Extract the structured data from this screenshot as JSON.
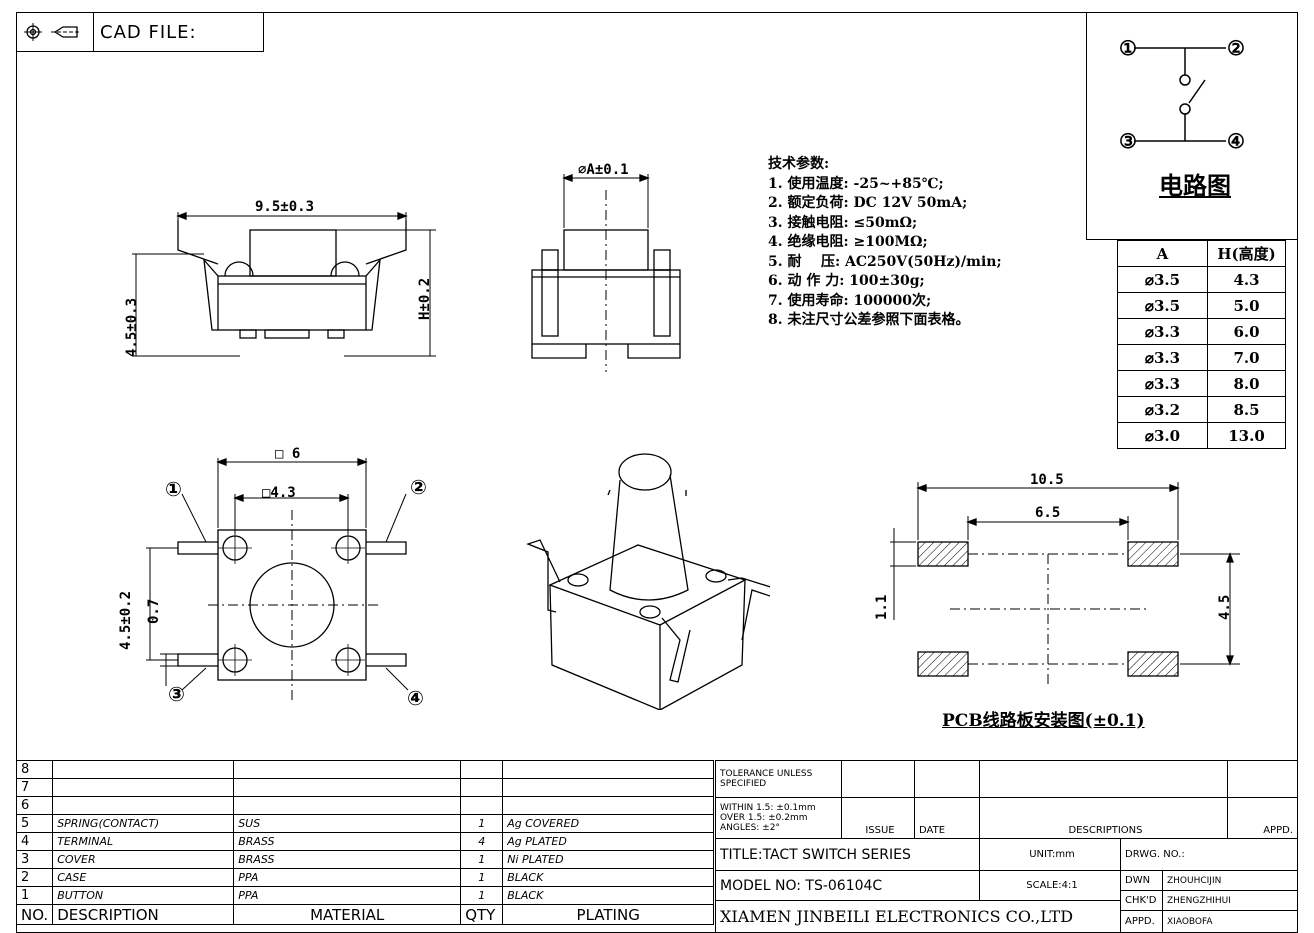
{
  "cad_header": {
    "label": "CAD FILE:"
  },
  "circuit": {
    "title": "电路图",
    "pins": [
      "①",
      "②",
      "③",
      "④"
    ]
  },
  "height_table": {
    "headers": [
      "A",
      "H(高度)"
    ],
    "rows": [
      [
        "⌀3.5",
        "4.3"
      ],
      [
        "⌀3.5",
        "5.0"
      ],
      [
        "⌀3.3",
        "6.0"
      ],
      [
        "⌀3.3",
        "7.0"
      ],
      [
        "⌀3.3",
        "8.0"
      ],
      [
        "⌀3.2",
        "8.5"
      ],
      [
        "⌀3.0",
        "13.0"
      ]
    ]
  },
  "specs": {
    "title": "技术参数:",
    "items": [
      "1. 使用温度: -25~+85℃;",
      "2. 额定负荷: DC 12V 50mA;",
      "3. 接触电阻: ≤50mΩ;",
      "4. 绝缘电阻: ≥100MΩ;",
      "5. 耐    压: AC250V(50Hz)/min;",
      "6. 动 作 力: 100±30g;",
      "7. 使用寿命: 100000次;",
      "8. 未注尺寸公差参照下面表格。"
    ]
  },
  "dimensions": {
    "front_width": "9.5±0.3",
    "front_height_left": "4.5±0.3",
    "front_height_right": "H±0.2",
    "side_dia": "⌀A±0.1",
    "top_square": "□ 6",
    "top_inner": "□4.3",
    "top_height": "4.5±0.2",
    "top_lead": "0.7",
    "pcb_outer": "10.5",
    "pcb_inner": "6.5",
    "pcb_pad": "1.1",
    "pcb_height": "4.5",
    "pins": [
      "①",
      "②",
      "③",
      "④"
    ]
  },
  "pcb_title": "PCB线路板安装图(±0.1)",
  "bom": {
    "rows": [
      {
        "no": "8",
        "desc": "",
        "mat": "",
        "qty": "",
        "plating": ""
      },
      {
        "no": "7",
        "desc": "",
        "mat": "",
        "qty": "",
        "plating": ""
      },
      {
        "no": "6",
        "desc": "",
        "mat": "",
        "qty": "",
        "plating": ""
      },
      {
        "no": "5",
        "desc": "SPRING(CONTACT)",
        "mat": "SUS",
        "qty": "1",
        "plating": "Ag COVERED"
      },
      {
        "no": "4",
        "desc": "TERMINAL",
        "mat": "BRASS",
        "qty": "4",
        "plating": "Ag PLATED"
      },
      {
        "no": "3",
        "desc": "COVER",
        "mat": "BRASS",
        "qty": "1",
        "plating": "Ni PLATED"
      },
      {
        "no": "2",
        "desc": "CASE",
        "mat": "PPA",
        "qty": "1",
        "plating": "BLACK"
      },
      {
        "no": "1",
        "desc": "BUTTON",
        "mat": "PPA",
        "qty": "1",
        "plating": "BLACK"
      }
    ],
    "header": {
      "no": "NO.",
      "desc": "DESCRIPTION",
      "mat": "MATERIAL",
      "qty": "QTY",
      "plating": "PLATING"
    }
  },
  "title_block": {
    "tolerance": "TOLERANCE UNLESS SPECIFIED",
    "within": "WITHIN 1.5: ±0.1mm",
    "over": "OVER 1.5: ±0.2mm",
    "angles": "ANGLES: ±2°",
    "issue": "ISSUE",
    "date": "DATE",
    "descriptions": "DESCRIPTIONS",
    "appd": "APPD.",
    "title": "TITLE:TACT SWITCH SERIES",
    "unit": "UNIT:mm",
    "drwg": "DRWG. NO.:",
    "model": "MODEL NO: TS-06104C",
    "scale": "SCALE:4:1",
    "dwn": "DWN",
    "dwn_name": "ZHOUHCIJIN",
    "chkd": "CHK'D",
    "chkd_name": "ZHENGZHIHUI",
    "appd2": "APPD.",
    "appd_name": "XIAOBOFA",
    "company": "XIAMEN JINBEILI ELECTRONICS CO.,LTD"
  }
}
